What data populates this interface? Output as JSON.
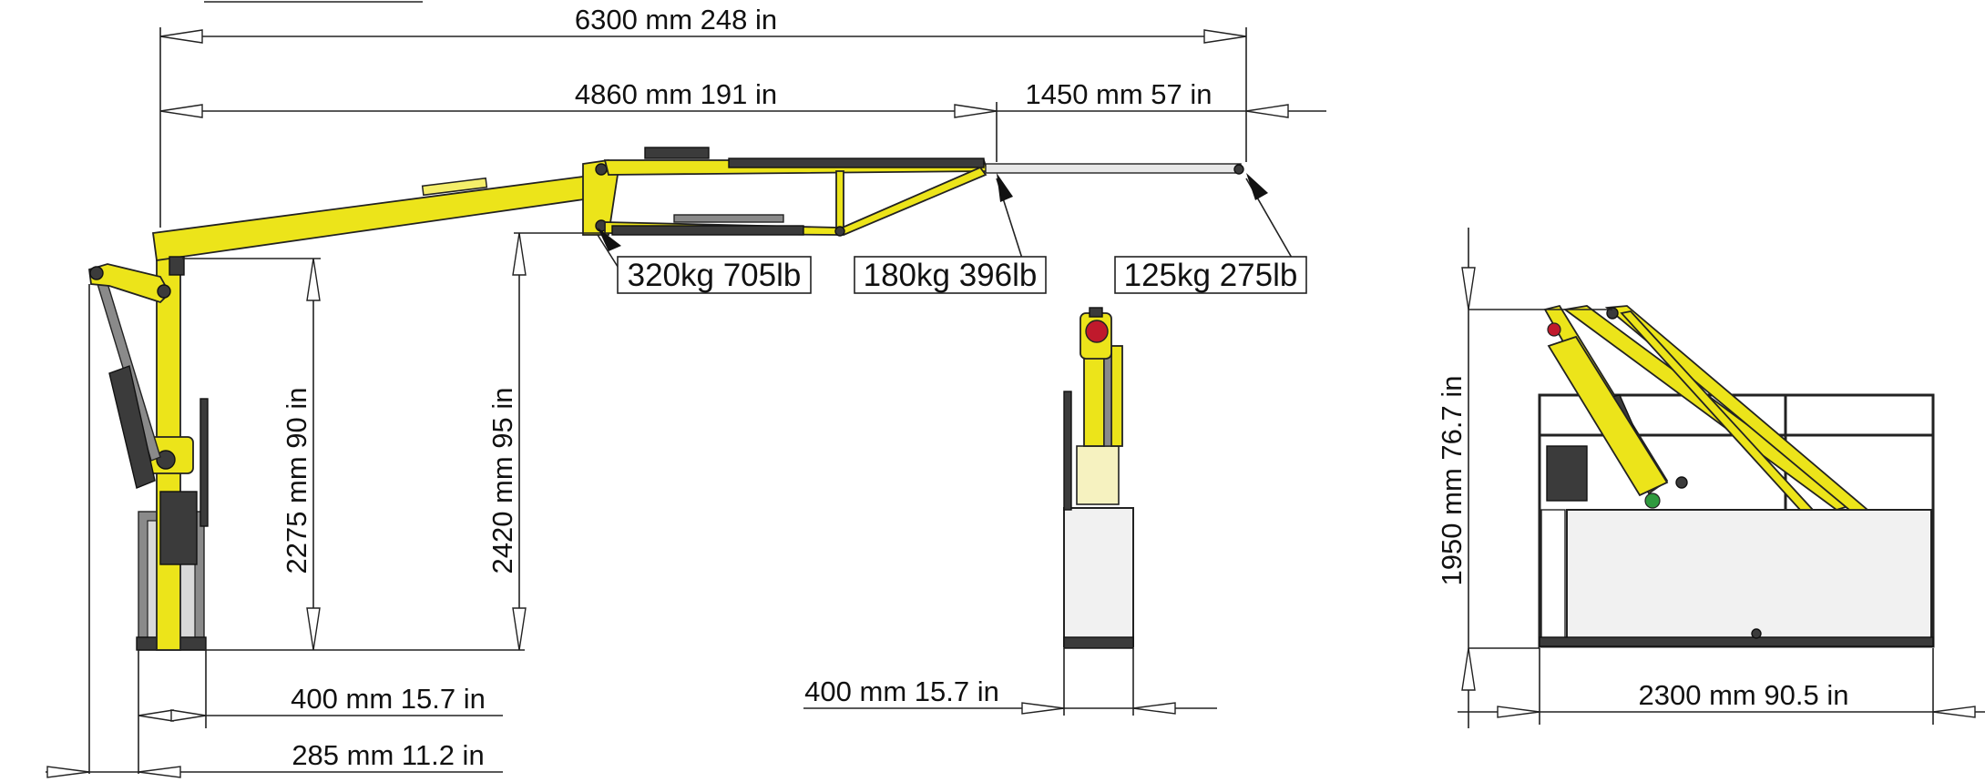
{
  "dimensions": {
    "overall_reach": "6300 mm 248 in",
    "inner_reach": "4860 mm 191 in",
    "extension": "1450 mm 57 in",
    "height_mast": "2275 mm 90 in",
    "height_boom": "2420 mm 95 in",
    "base_width_side": "400 mm 15.7 in",
    "base_offset": "285 mm 11.2 in",
    "base_width_front": "400 mm 15.7 in",
    "stowed_height": "1950 mm 76.7 in",
    "stowed_length": "2300 mm 90.5 in"
  },
  "loads": {
    "inner": "320kg 705lb",
    "middle": "180kg 396lb",
    "tip": "125kg 275lb"
  },
  "colors": {
    "crane": "#ece41a",
    "line": "#222222"
  }
}
